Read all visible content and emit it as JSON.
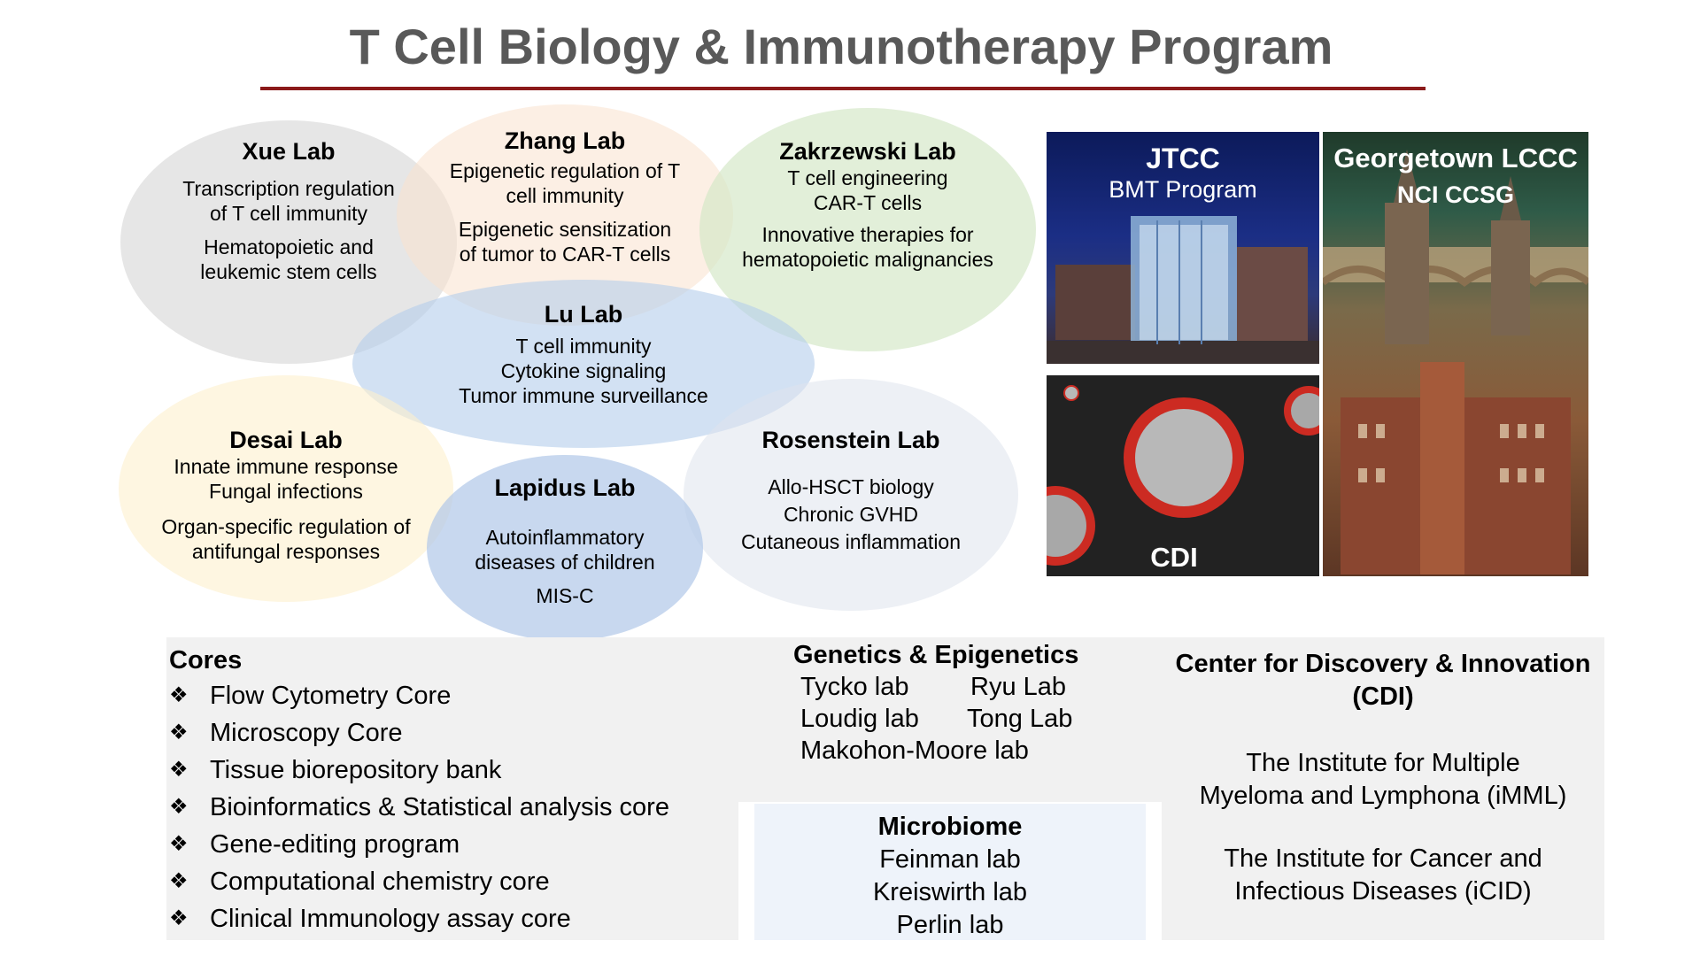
{
  "title": "T Cell Biology & Immunotherapy Program",
  "colors": {
    "accent_rule": "#8b1a1a",
    "title_gray": "#595959"
  },
  "labs": {
    "xue": {
      "name": "Xue Lab",
      "lines": [
        "Transcription regulation",
        "of T cell immunity",
        "Hematopoietic and",
        "leukemic stem cells"
      ]
    },
    "zhang": {
      "name": "Zhang Lab",
      "lines": [
        "Epigenetic regulation of T",
        "cell immunity",
        "Epigenetic sensitization",
        "of tumor to CAR-T cells"
      ]
    },
    "zakrzewski": {
      "name": "Zakrzewski Lab",
      "lines": [
        "T cell engineering",
        "CAR-T cells",
        "Innovative therapies for",
        "hematopoietic malignancies"
      ]
    },
    "lu": {
      "name": "Lu Lab",
      "lines": [
        "T cell immunity",
        "Cytokine signaling",
        "Tumor immune surveillance"
      ]
    },
    "desai": {
      "name": "Desai Lab",
      "lines": [
        "Innate immune response",
        "Fungal infections",
        "Organ-specific regulation of",
        "antifungal responses"
      ]
    },
    "lapidus": {
      "name": "Lapidus Lab",
      "lines": [
        "Autoinflammatory",
        "diseases of children",
        "MIS-C"
      ]
    },
    "rosenstein": {
      "name": "Rosenstein Lab",
      "lines": [
        "Allo-HSCT biology",
        "Chronic GVHD",
        "Cutaneous inflammation"
      ]
    }
  },
  "photos": {
    "jtcc": {
      "title": "JTCC",
      "subtitle": "BMT Program"
    },
    "georgetown": {
      "title": "Georgetown LCCC",
      "subtitle": "NCI CCSG"
    },
    "cdi": {
      "title": "CDI"
    }
  },
  "cores": {
    "heading": "Cores",
    "items": [
      "Flow Cytometry Core",
      "Microscopy Core",
      "Tissue biorepository bank",
      "Bioinformatics & Statistical analysis core",
      "Gene-editing program",
      "Computational chemistry core",
      "Clinical Immunology assay core"
    ]
  },
  "genetics": {
    "heading": "Genetics & Epigenetics",
    "labs": [
      "Tycko lab",
      "Ryu Lab",
      "Loudig lab",
      "Tong Lab",
      "Makohon-Moore lab"
    ]
  },
  "microbiome": {
    "heading": "Microbiome",
    "labs": [
      "Feinman lab",
      "Kreiswirth lab",
      "Perlin lab"
    ]
  },
  "cdi_center": {
    "heading_1": "Center for Discovery & Innovation",
    "heading_2": "(CDI)",
    "inst1_l1": "The Institute for  Multiple",
    "inst1_l2": "Myeloma and  Lymphona (iMML)",
    "inst2_l1": "The Institute for  Cancer and",
    "inst2_l2": "Infectious  Diseases (iCID)"
  }
}
